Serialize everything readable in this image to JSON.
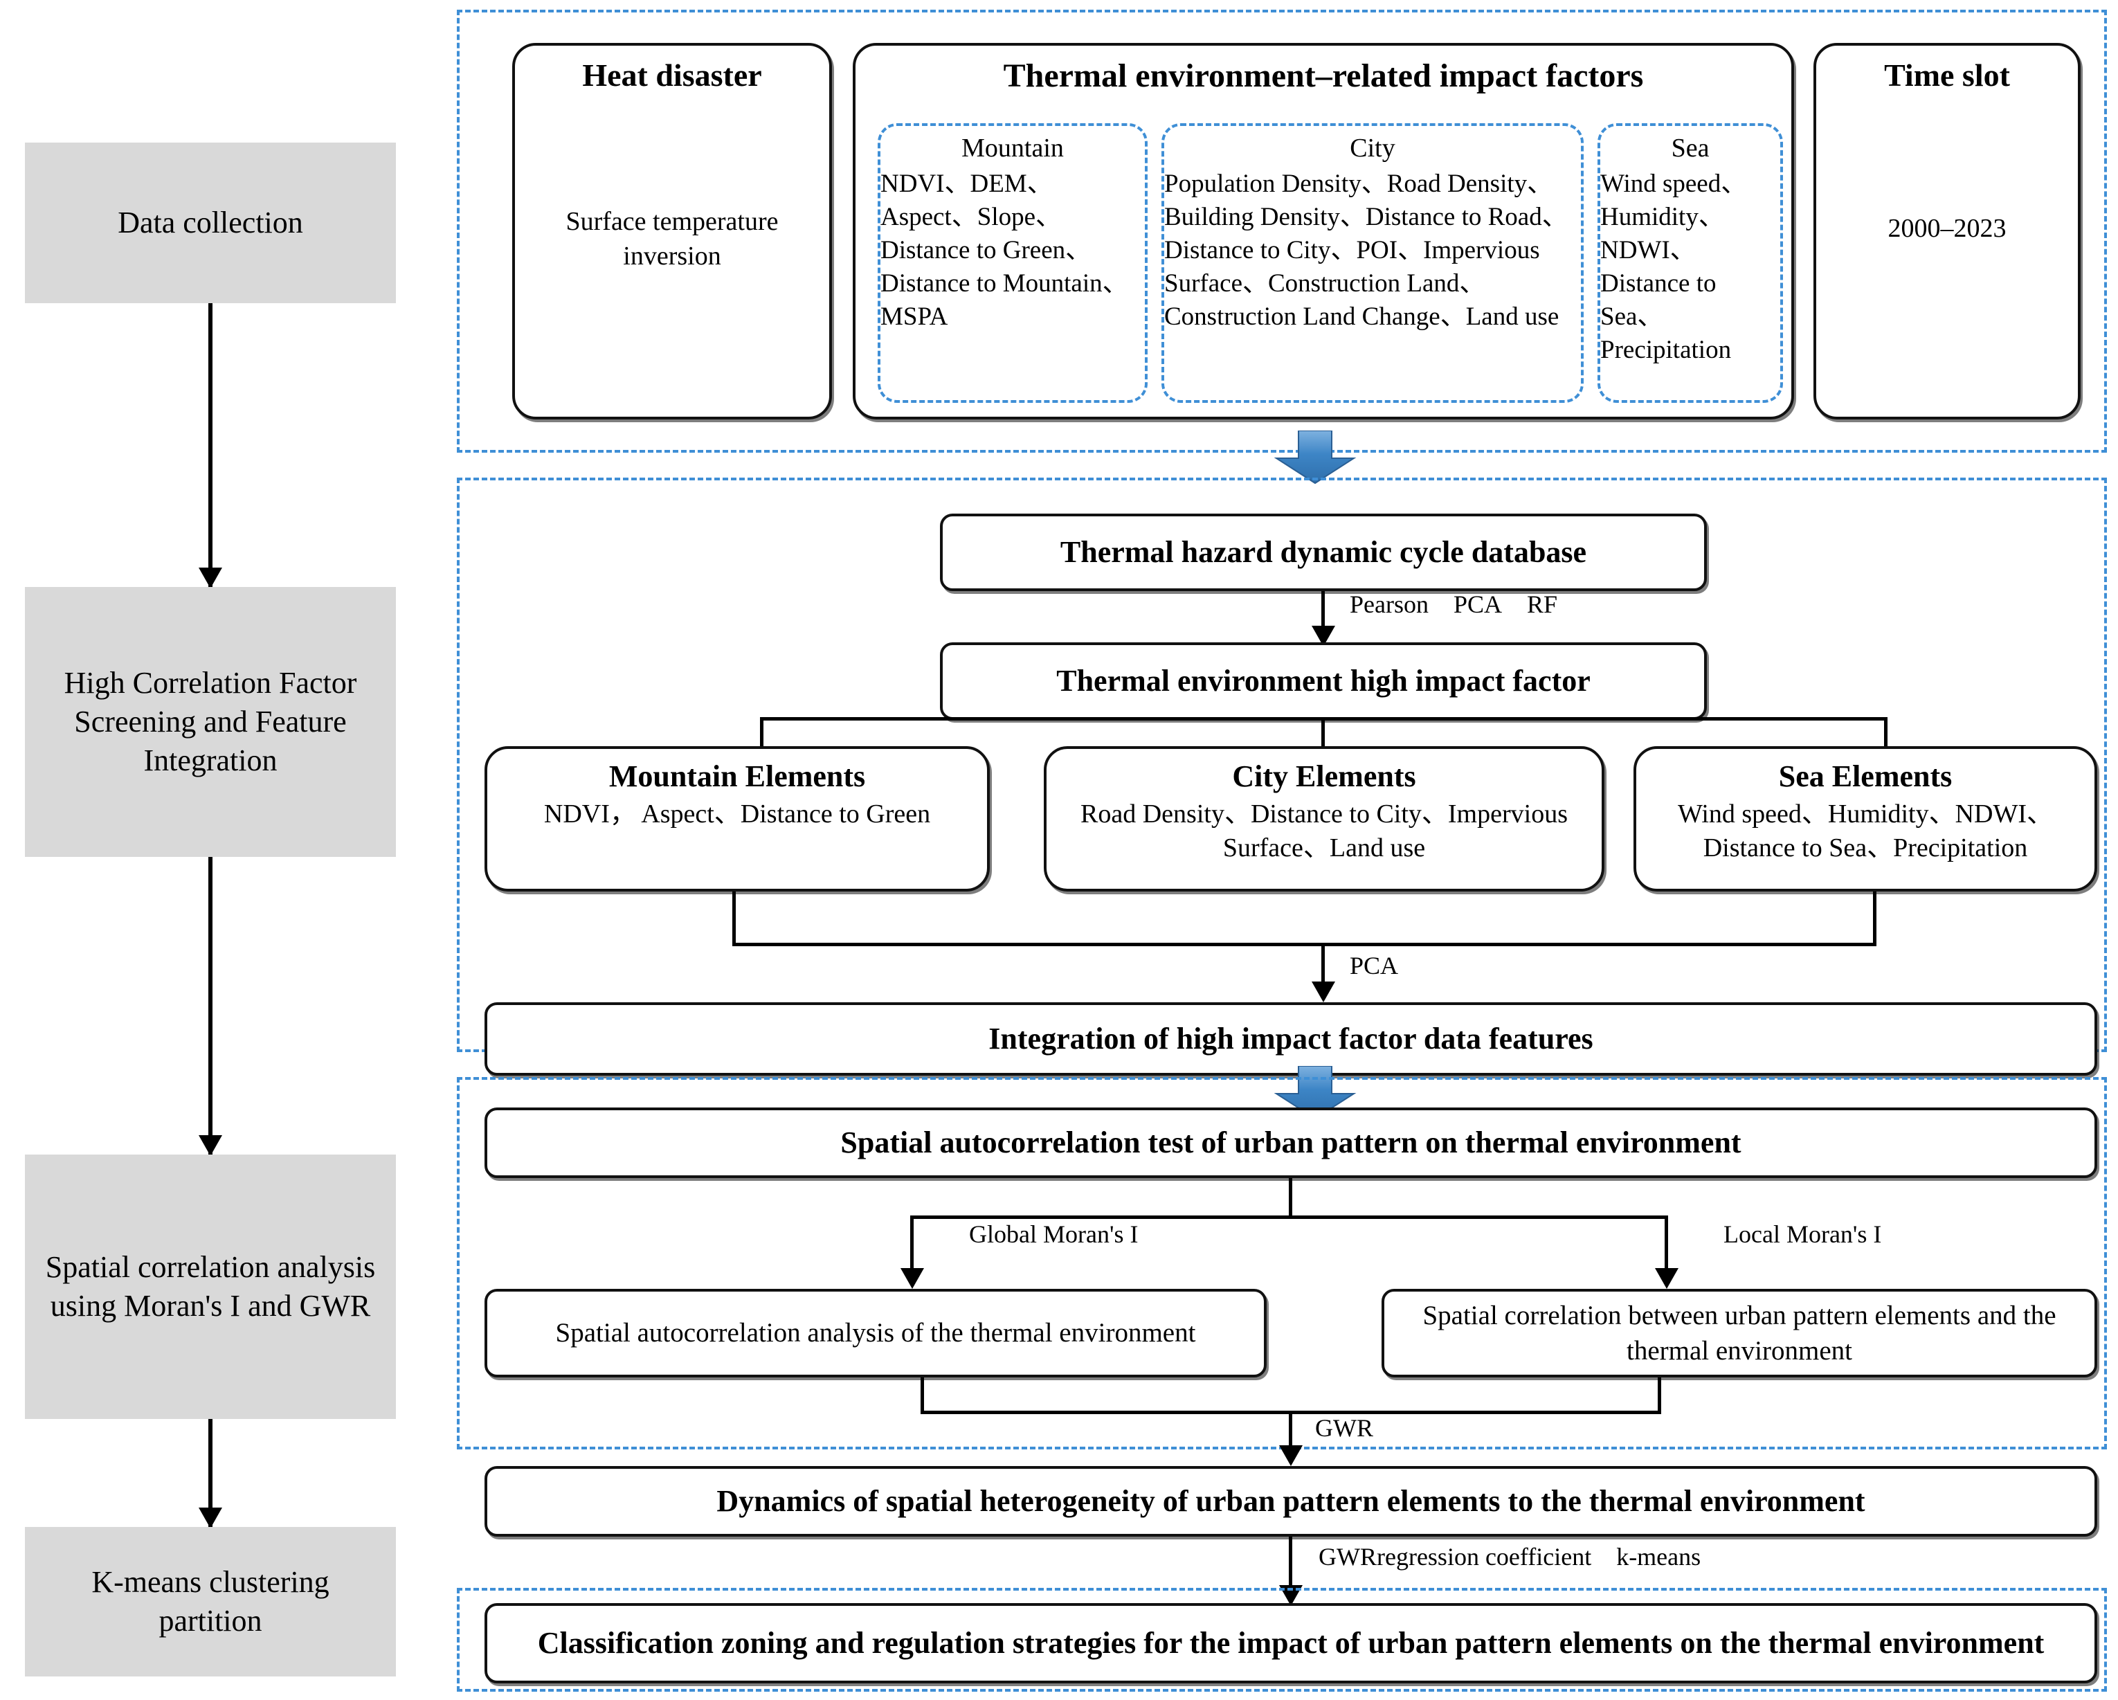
{
  "left_stages": [
    {
      "label": "Data collection"
    },
    {
      "label": "High Correlation Factor Screening and Feature Integration"
    },
    {
      "label": "Spatial correlation analysis using Moran's I and GWR"
    },
    {
      "label": "K-means clustering partition"
    }
  ],
  "panel1": {
    "heat_disaster": {
      "title": "Heat disaster",
      "body": "Surface temperature inversion"
    },
    "impact_factors": {
      "title": "Thermal environment–related impact factors",
      "groups": [
        {
          "name": "Mountain",
          "items": "NDVI、DEM、Aspect、Slope、Distance to Green、Distance to Mountain、MSPA"
        },
        {
          "name": "City",
          "items": "Population Density、Road Density、Building Density、Distance to Road、Distance to City、POI、Impervious Surface、Construction Land、Construction Land Change、Land use"
        },
        {
          "name": "Sea",
          "items": "Wind speed、Humidity、NDWI、Distance to Sea、Precipitation"
        }
      ]
    },
    "time_slot": {
      "title": "Time slot",
      "body": "2000–2023"
    }
  },
  "panel2": {
    "database_box": "Thermal hazard dynamic cycle database",
    "edge_pearson": "Pearson PCA RF",
    "high_impact_box": "Thermal environment high impact factor",
    "elements": [
      {
        "title": "Mountain Elements",
        "items": "NDVI， Aspect、Distance to Green"
      },
      {
        "title": "City Elements",
        "items": "Road Density、Distance to City、Impervious Surface、Land use"
      },
      {
        "title": "Sea Elements",
        "items": "Wind speed、Humidity、NDWI、Distance to Sea、Precipitation"
      }
    ],
    "edge_pca": "PCA",
    "integration_box": "Integration of high impact factor data features"
  },
  "panel3": {
    "autocorr_box": "Spatial autocorrelation test of urban pattern on thermal environment",
    "edge_global": "Global Moran's I",
    "edge_local": "Local Moran's I",
    "left_box": "Spatial autocorrelation analysis of the thermal environment",
    "right_box": "Spatial correlation between urban pattern elements and the thermal environment",
    "edge_gwr": "GWR",
    "dynamics_box": "Dynamics of spatial heterogeneity of urban pattern elements to the thermal environment"
  },
  "panel4": {
    "edge_kmeans": "GWRregression coefficient k-means",
    "final_box": "Classification zoning and regulation strategies for the impact of urban pattern elements on the thermal environment"
  },
  "colors": {
    "panel_dash": "#3f8fd6",
    "stage_fill": "#d9d9d9",
    "block_arrow": "#3d85c6",
    "line": "#000000"
  }
}
